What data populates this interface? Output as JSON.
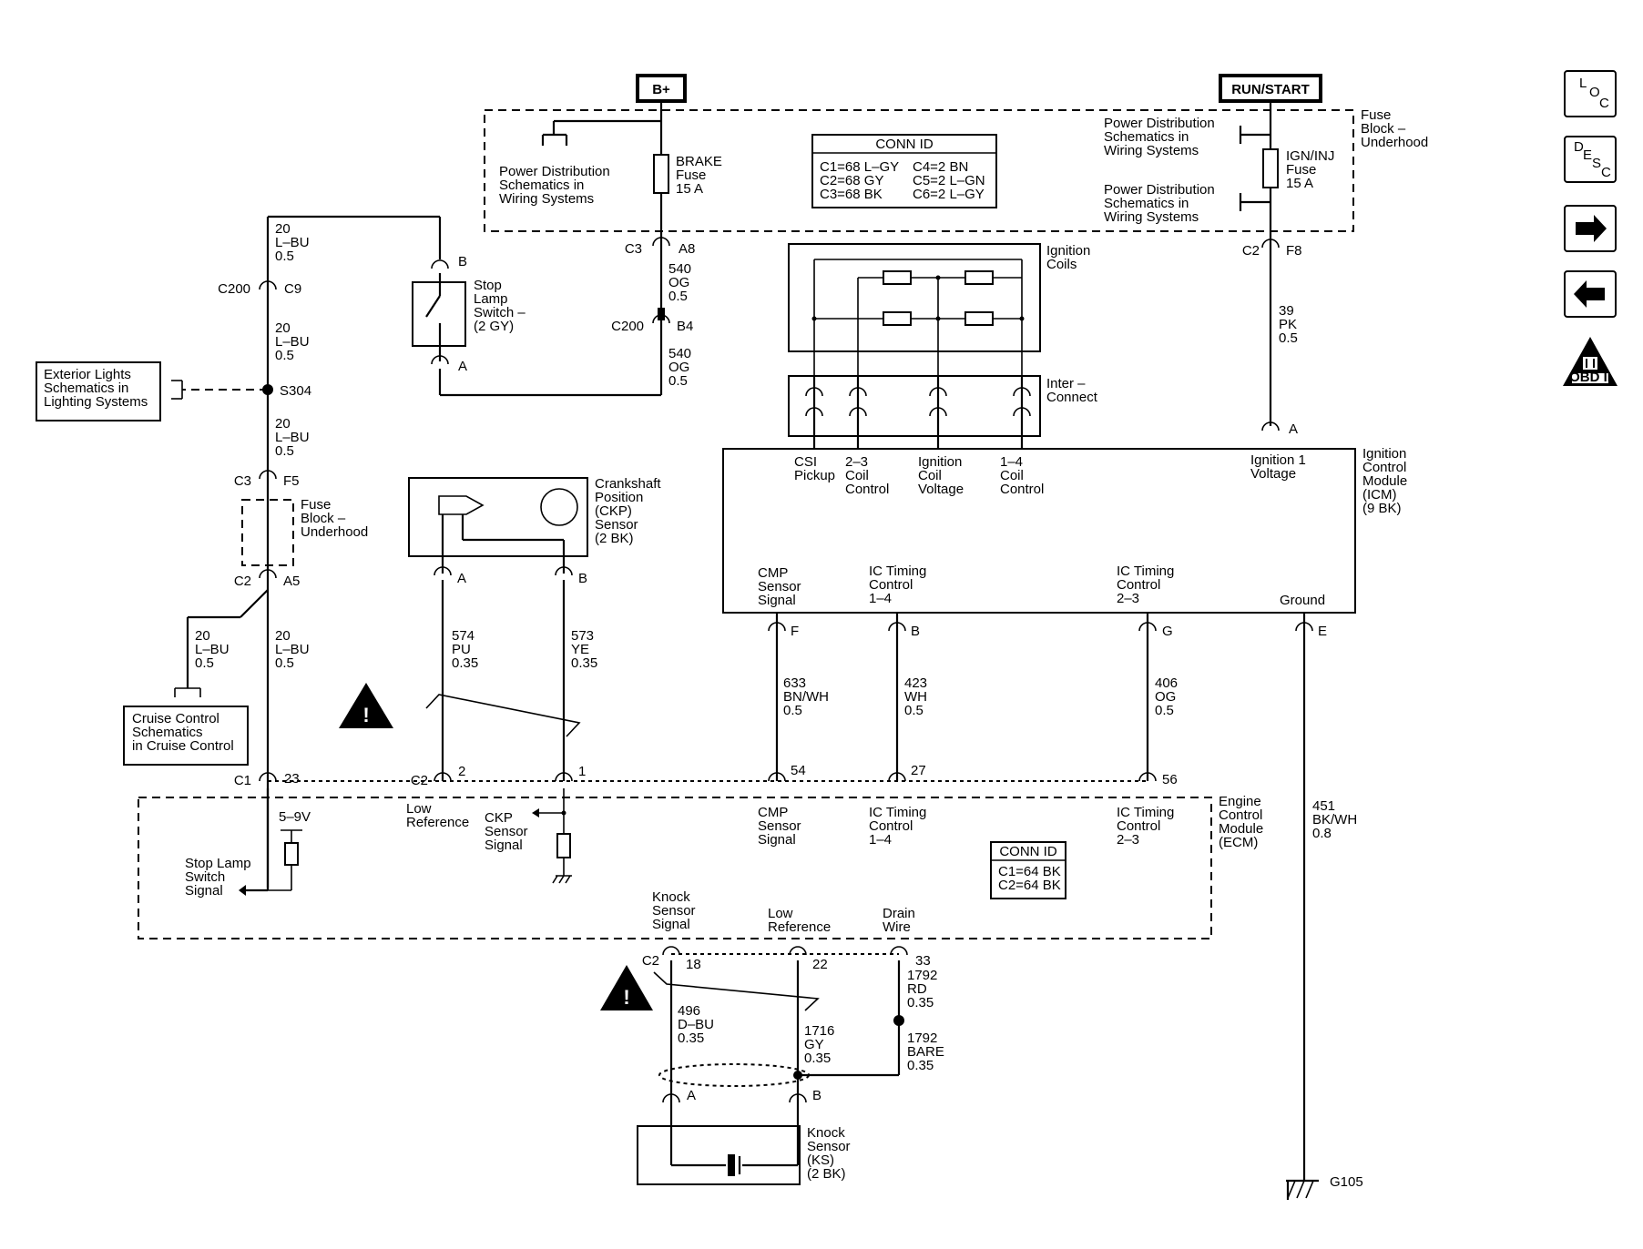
{
  "sources": {
    "bplus": "B+",
    "run_start": "RUN/START"
  },
  "fuse_block_top": {
    "label": "Fuse\nBlock –\nUnderhood"
  },
  "power_dist_1": "Power Distribution\nSchematics in\nWiring Systems",
  "power_dist_2": "Power Distribution\nSchematics in\nWiring Systems",
  "power_dist_3": "Power Distribution\nSchematics in\nWiring Systems",
  "brake_fuse": "BRAKE\nFuse\n15 A",
  "ign_fuse": "IGN/INJ\nFuse\n15 A",
  "conn_id_top": {
    "title": "CONN ID",
    "col1": "C1=68 L–GY\nC2=68 GY\nC3=68 BK",
    "col2": "C4=2 BN\nC5=2 L–GN\nC6=2 L–GY"
  },
  "conn_id_ecm": {
    "title": "CONN ID",
    "rows": "C1=64 BK\nC2=64 BK"
  },
  "connectors": {
    "c3": "C3",
    "a8": "A8",
    "c200a": "C200",
    "b4": "B4",
    "c2top": "C2",
    "f8": "F8",
    "c200b": "C200",
    "c9": "C9",
    "s304": "S304",
    "c3b": "C3",
    "f5": "F5",
    "c2b": "C2",
    "a5": "A5",
    "c1": "C1",
    "p23": "23",
    "c2c": "C2",
    "p2": "2",
    "p1": "1",
    "p54": "54",
    "p27": "27",
    "p56": "56",
    "c2d": "C2",
    "p18": "18",
    "p22": "22",
    "p33": "33",
    "ka": "A",
    "kb": "B",
    "icm_a": "A",
    "icm_f": "F",
    "icm_b": "B",
    "icm_g": "G",
    "icm_e": "E",
    "ckp_a": "A",
    "ckp_b": "B",
    "sw_b": "B",
    "sw_a": "A"
  },
  "wires": {
    "w540a": "540\nOG\n0.5",
    "w540b": "540\nOG\n0.5",
    "w39": "39\nPK\n0.5",
    "w20a": "20\nL–BU\n0.5",
    "w20b": "20\nL–BU\n0.5",
    "w20c": "20\nL–BU\n0.5",
    "w20d": "20\nL–BU\n0.5",
    "w20e": "20\nL–BU\n0.5",
    "w574": "574\nPU\n0.35",
    "w573": "573\nYE\n0.35",
    "w633": "633\nBN/WH\n0.5",
    "w423": "423\nWH\n0.5",
    "w406": "406\nOG\n0.5",
    "w451": "451\nBK/WH\n0.8",
    "w496": "496\nD–BU\n0.35",
    "w1716": "1716\nGY\n0.35",
    "w1792rd": "1792\nRD\n0.35",
    "w1792bare": "1792\nBARE\n0.35"
  },
  "components": {
    "stop_lamp_switch": "Stop\nLamp\nSwitch –\n(2 GY)",
    "exterior_lights": "Exterior Lights\nSchematics in\nLighting Systems",
    "fuse_block_mid": "Fuse\nBlock –\nUnderhood",
    "cruise_control": "Cruise Control\nSchematics\nin Cruise Control",
    "ckp_sensor": "Crankshaft\nPosition\n(CKP)\nSensor\n(2 BK)",
    "ignition_coils": "Ignition\nCoils",
    "interconnect": "Inter –\nConnect",
    "icm": "Ignition\nControl\nModule\n(ICM)\n(9 BK)",
    "ecm": "Engine\nControl\nModule\n(ECM)",
    "knock_sensor": "Knock\nSensor\n(KS)\n(2 BK)",
    "g105": "G105"
  },
  "icm_pins": {
    "csi": "CSI\nPickup",
    "coil23": "2–3\nCoil\nControl",
    "coil_voltage": "Ignition\nCoil\nVoltage",
    "coil14": "1–4\nCoil\nControl",
    "ign1": "Ignition 1\nVoltage",
    "cmp": "CMP\nSensor\nSignal",
    "ict14": "IC Timing\nControl\n1–4",
    "ict23": "IC Timing\nControl\n2–3",
    "ground": "Ground"
  },
  "ecm_pins": {
    "low_ref": "Low\nReference",
    "ckp_signal": "CKP\nSensor\nSignal",
    "cmp": "CMP\nSensor\nSignal",
    "ict14": "IC Timing\nControl\n1–4",
    "ict23": "IC Timing\nControl\n2–3",
    "stop_lamp": "Stop Lamp\nSwitch\nSignal",
    "v59": "5–9V",
    "knock_signal": "Knock\nSensor\nSignal",
    "knock_low_ref": "Low\nReference",
    "drain": "Drain\nWire"
  },
  "side_buttons": {
    "loc": {
      "a": "L",
      "b": "O",
      "c": "C"
    },
    "desc": {
      "a": "D",
      "b": "E",
      "c": "S",
      "d": "C"
    },
    "obd": "OBD II",
    "next_icon": "right-arrow-icon",
    "prev_icon": "left-arrow-icon"
  }
}
